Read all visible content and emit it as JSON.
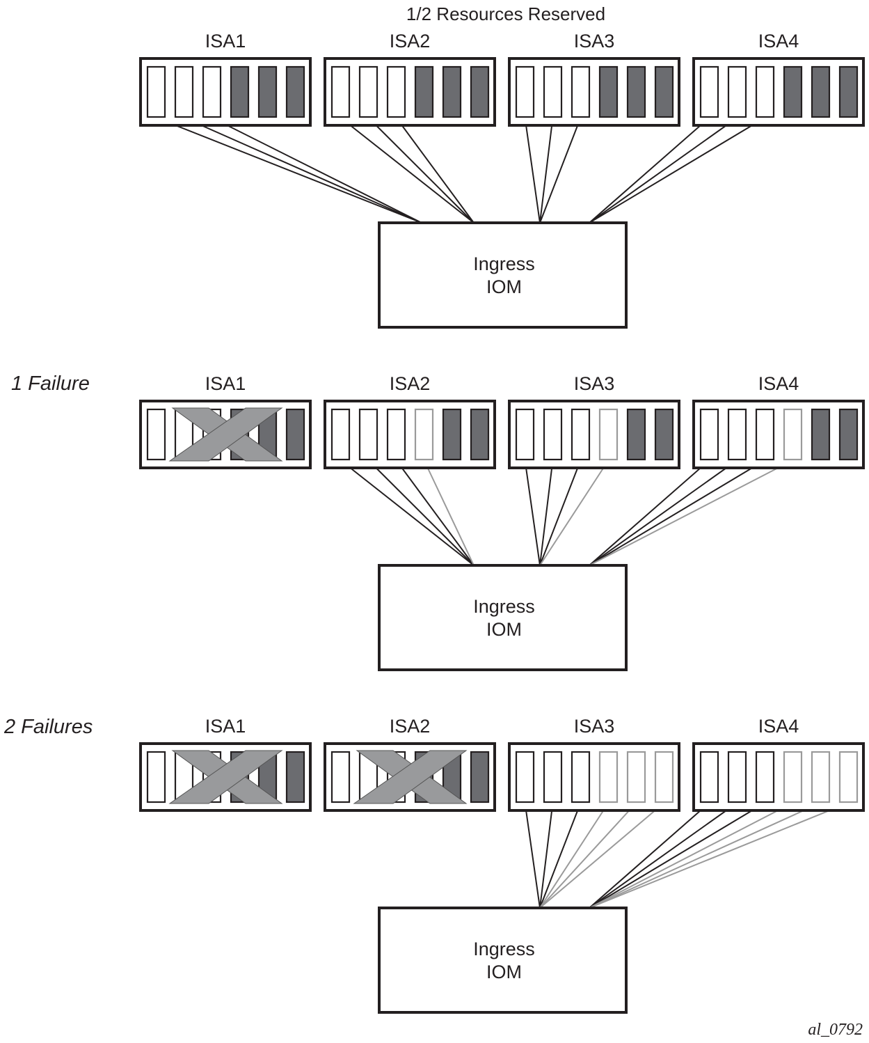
{
  "title": "1/2 Resources Reserved",
  "figure_id": "al_0792",
  "colors": {
    "outline": "#231f20",
    "reserved_fill": "#6b6c70",
    "redistributed_outline": "#9a9a9a",
    "failure_cross": "#999a9c",
    "slot_fill": "#ffffff"
  },
  "legend_states": {
    "active": "active resource (white slot, black link)",
    "reserved": "reserved resource (dark slot)",
    "redistributed": "reserved resource now in use (gray slot, gray link)",
    "failed": "failed ISA (gray X)"
  },
  "panels": [
    {
      "label": "",
      "iom": {
        "line1": "Ingress",
        "line2": "IOM"
      },
      "isas": [
        {
          "name": "ISA1",
          "failed": false,
          "slots": [
            "active",
            "active",
            "active",
            "reserved",
            "reserved",
            "reserved"
          ]
        },
        {
          "name": "ISA2",
          "failed": false,
          "slots": [
            "active",
            "active",
            "active",
            "reserved",
            "reserved",
            "reserved"
          ]
        },
        {
          "name": "ISA3",
          "failed": false,
          "slots": [
            "active",
            "active",
            "active",
            "reserved",
            "reserved",
            "reserved"
          ]
        },
        {
          "name": "ISA4",
          "failed": false,
          "slots": [
            "active",
            "active",
            "active",
            "reserved",
            "reserved",
            "reserved"
          ]
        }
      ]
    },
    {
      "label": "1 Failure",
      "iom": {
        "line1": "Ingress",
        "line2": "IOM"
      },
      "isas": [
        {
          "name": "ISA1",
          "failed": true,
          "slots": [
            "active",
            "active",
            "active",
            "reserved",
            "reserved",
            "reserved"
          ]
        },
        {
          "name": "ISA2",
          "failed": false,
          "slots": [
            "active",
            "active",
            "active",
            "redistributed",
            "reserved",
            "reserved"
          ]
        },
        {
          "name": "ISA3",
          "failed": false,
          "slots": [
            "active",
            "active",
            "active",
            "redistributed",
            "reserved",
            "reserved"
          ]
        },
        {
          "name": "ISA4",
          "failed": false,
          "slots": [
            "active",
            "active",
            "active",
            "redistributed",
            "reserved",
            "reserved"
          ]
        }
      ]
    },
    {
      "label": "2 Failures",
      "iom": {
        "line1": "Ingress",
        "line2": "IOM"
      },
      "isas": [
        {
          "name": "ISA1",
          "failed": true,
          "slots": [
            "active",
            "active",
            "active",
            "reserved",
            "reserved",
            "reserved"
          ]
        },
        {
          "name": "ISA2",
          "failed": true,
          "slots": [
            "active",
            "active",
            "active",
            "reserved",
            "reserved",
            "reserved"
          ]
        },
        {
          "name": "ISA3",
          "failed": false,
          "slots": [
            "active",
            "active",
            "active",
            "redistributed",
            "redistributed",
            "redistributed"
          ]
        },
        {
          "name": "ISA4",
          "failed": false,
          "slots": [
            "active",
            "active",
            "active",
            "redistributed",
            "redistributed",
            "redistributed"
          ]
        }
      ]
    }
  ]
}
